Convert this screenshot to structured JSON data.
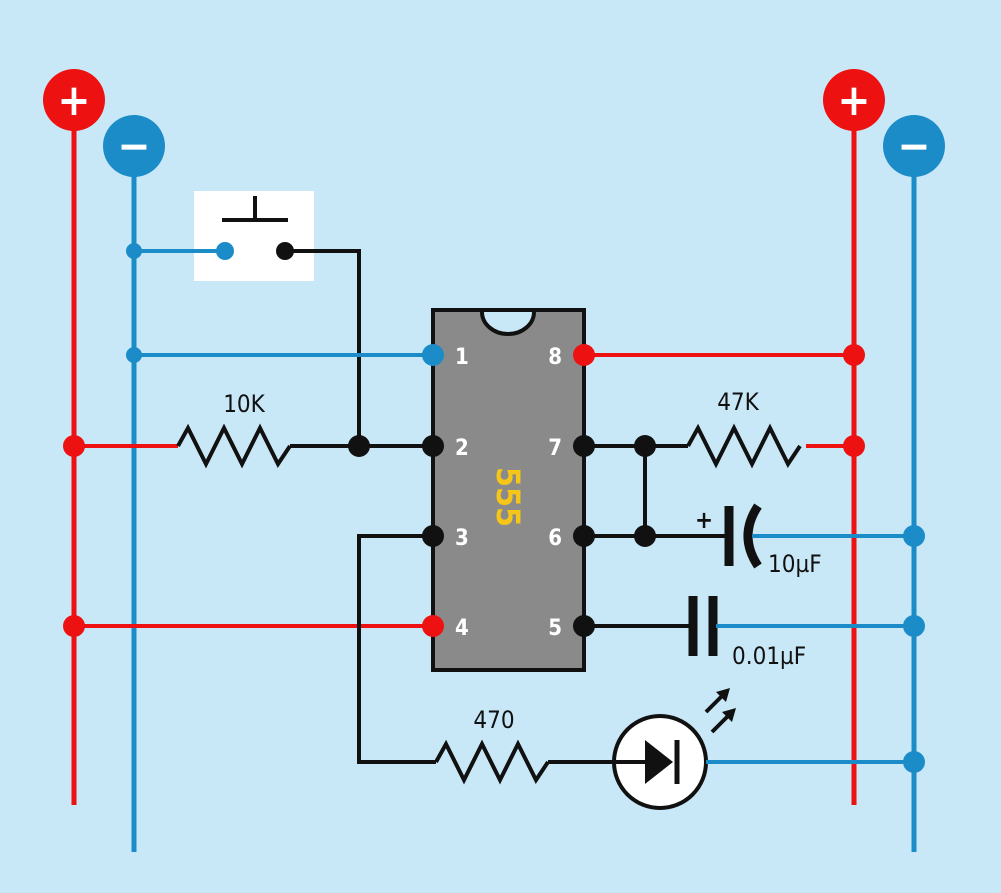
{
  "colors": {
    "background": "#c8e8f8",
    "positive": "#ee1111",
    "negative": "#1b8cc8",
    "wire": "#111111",
    "chip_body": "#8a8a8a",
    "chip_label": "#f5c518",
    "switch_box": "#ffffff"
  },
  "rails": {
    "left_positive_symbol": "+",
    "left_negative_symbol": "−",
    "right_positive_symbol": "+",
    "right_negative_symbol": "−"
  },
  "chip": {
    "label": "555",
    "pins": {
      "p1": "1",
      "p2": "2",
      "p3": "3",
      "p4": "4",
      "p5": "5",
      "p6": "6",
      "p7": "7",
      "p8": "8"
    }
  },
  "components": {
    "r1": "10K",
    "r2": "47K",
    "r3": "470",
    "c1": "10µF",
    "c1_polarity": "+",
    "c2": "0.01µF"
  },
  "icons": {
    "switch": "push-button-switch-icon",
    "led": "led-icon"
  }
}
